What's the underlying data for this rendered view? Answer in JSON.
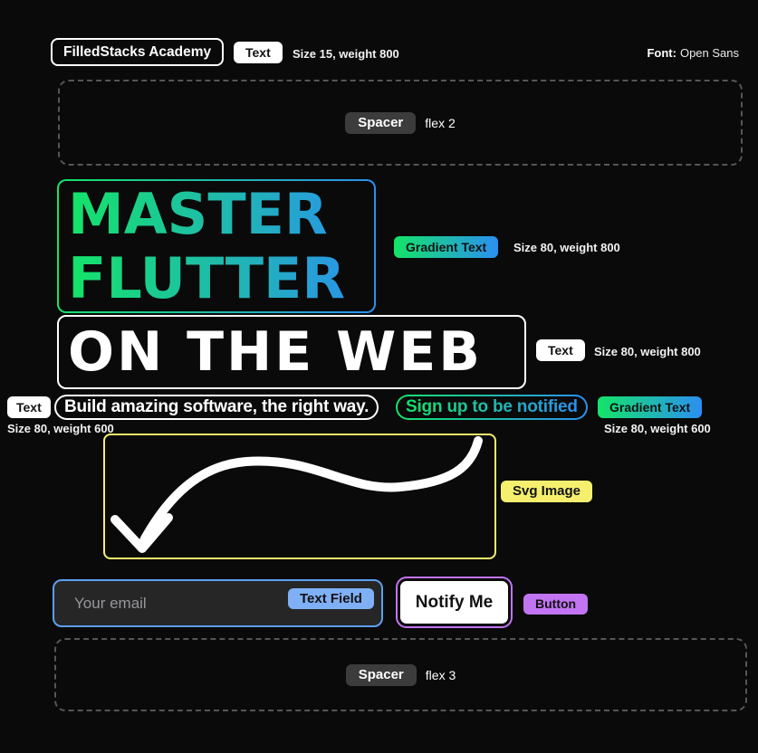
{
  "colors": {
    "green": "#14e468",
    "blue": "#2b8ff2",
    "yellow": "#f5ef6d",
    "purple": "#c274f3",
    "field_blue": "#7fb0f5",
    "border_blue": "#5c9ff0",
    "pill_gray": "#3c3c3c"
  },
  "header": {
    "brand": "FilledStacks Academy",
    "tag_label": "Text",
    "tag_note": "Size 15, weight 800",
    "font_label": "Font:",
    "font_value": "Open Sans"
  },
  "spacers": [
    {
      "label": "Spacer",
      "note": "flex 2"
    },
    {
      "label": "Spacer",
      "note": "flex 3"
    }
  ],
  "hero": {
    "gradient_title": {
      "line1": "MASTER",
      "line2": "FLUTTER",
      "tag": "Gradient Text",
      "note": "Size 80, weight 800"
    },
    "title": {
      "text": "ON THE WEB",
      "tag": "Text",
      "note": "Size 80, weight 800"
    },
    "tagline": {
      "left_tag": "Text",
      "left_note": "Size 80, weight 600",
      "text": "Build amazing software, the right way.",
      "gradient_text": "Sign up to be notified",
      "right_tag": "Gradient Text",
      "right_note": "Size 80, weight 600"
    }
  },
  "arrow": {
    "tag": "Svg Image"
  },
  "signup": {
    "email_placeholder": "Your email",
    "field_tag": "Text Field",
    "button_label": "Notify Me",
    "button_tag": "Button"
  }
}
